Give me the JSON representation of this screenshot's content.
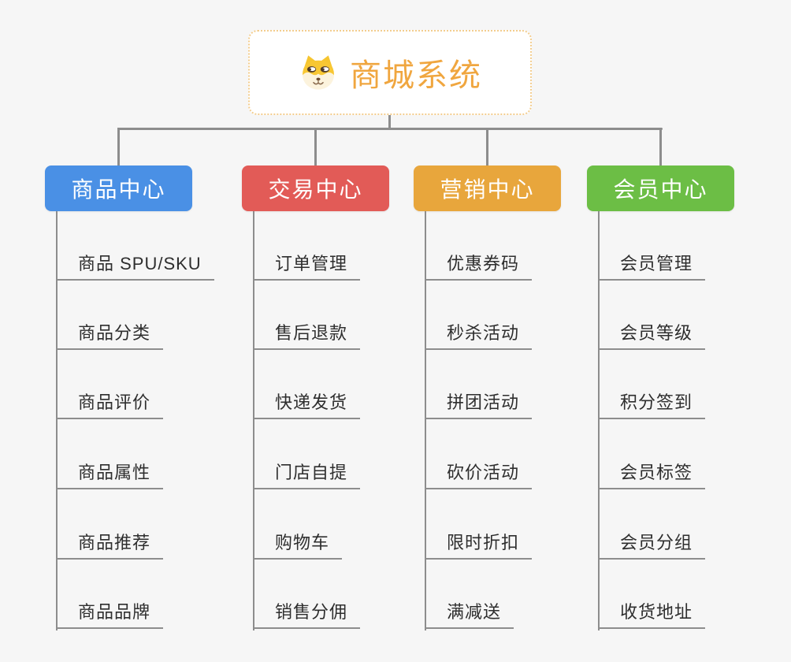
{
  "root": {
    "title": "商城系统",
    "title_color": "#F0A63F",
    "border_color": "#F3CD8E",
    "icon": "shiba-dog-icon"
  },
  "canvas": {
    "background": "#F6F6F6",
    "connector_color": "#8D8D8D"
  },
  "branches": [
    {
      "label": "商品中心",
      "color": "#4A90E5",
      "items": [
        "商品 SPU/SKU",
        "商品分类",
        "商品评价",
        "商品属性",
        "商品推荐",
        "商品品牌"
      ]
    },
    {
      "label": "交易中心",
      "color": "#E25B57",
      "items": [
        "订单管理",
        "售后退款",
        "快递发货",
        "门店自提",
        "购物车",
        "销售分佣"
      ]
    },
    {
      "label": "营销中心",
      "color": "#E8A63C",
      "items": [
        "优惠券码",
        "秒杀活动",
        "拼团活动",
        "砍价活动",
        "限时折扣",
        "满减送"
      ]
    },
    {
      "label": "会员中心",
      "color": "#6CBE45",
      "items": [
        "会员管理",
        "会员等级",
        "积分签到",
        "会员标签",
        "会员分组",
        "收货地址"
      ]
    }
  ]
}
